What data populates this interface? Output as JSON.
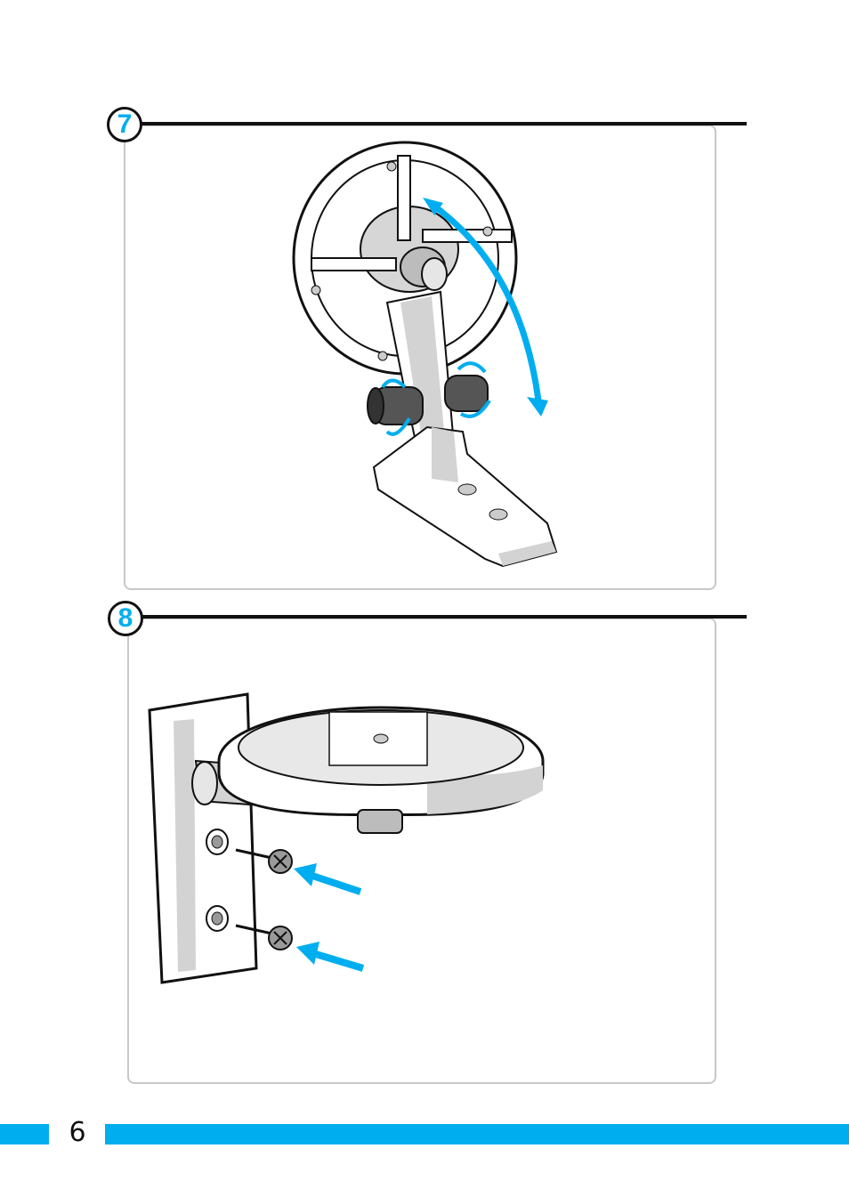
{
  "steps": [
    {
      "number": "7"
    },
    {
      "number": "8"
    }
  ],
  "footer": {
    "page_number": "6"
  },
  "colors": {
    "accent": "#00aeef",
    "rule": "#111111",
    "panel_border": "#c8c8c8"
  }
}
